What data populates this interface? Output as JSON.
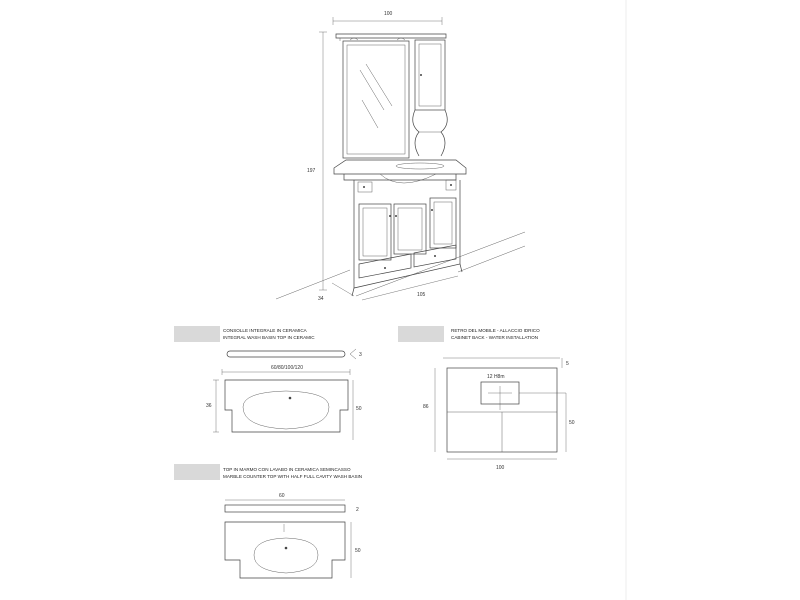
{
  "main_view": {
    "width_top": "100",
    "height": "197",
    "depth": "34",
    "width_bottom": "105"
  },
  "consolle": {
    "title_it": "CONSOLLE INTEGRALE IN CERAMICA",
    "title_en": "INTEGRAL WASH BASIN TOP IN CERAMIC",
    "dim_top": "60/80/100/120",
    "dim_left": "36",
    "dim_right": "50",
    "dim_thickness": "3"
  },
  "retro": {
    "title_it": "RETRO DEL MOBILE - ALLACCIO IDRICO",
    "title_en": "CABINET BACK - WATER INSTALLATION",
    "dim_height": "86",
    "dim_right": "50",
    "dim_top": "5",
    "dim_bottom": "100",
    "dim_box": "12 H8m"
  },
  "top_marmo": {
    "title_it": "TOP IN MARMO CON LAVABO IN CERAMICA SEMINCASSO",
    "title_en": "MARBLE COUNTER TOP WITH HALF FULL CAVITY WASH BASIN",
    "dim_top": "60",
    "dim_thickness": "2",
    "dim_right": "50"
  }
}
